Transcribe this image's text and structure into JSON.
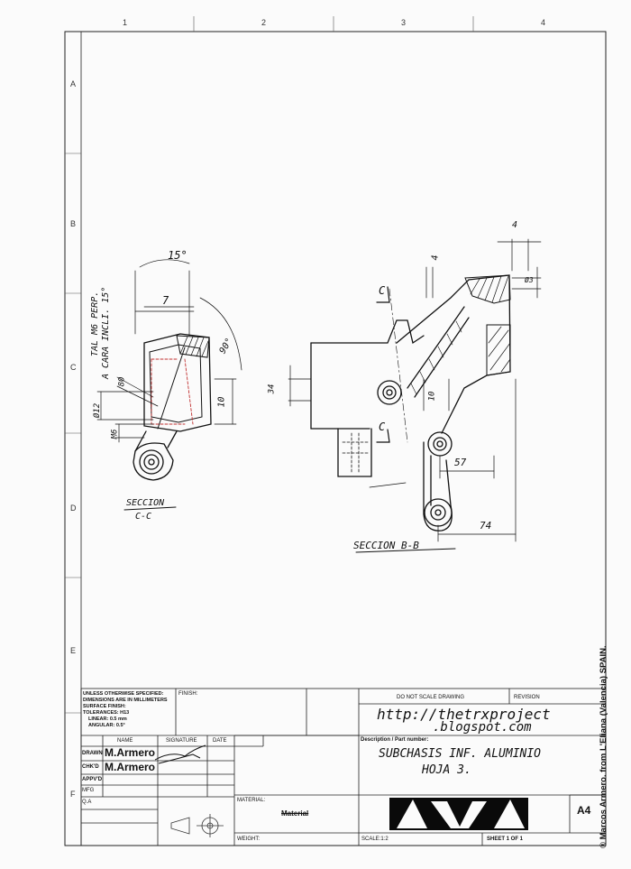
{
  "zones": {
    "columns": [
      "1",
      "2",
      "3",
      "4"
    ],
    "rows": [
      "A",
      "B",
      "C",
      "D",
      "E",
      "F"
    ]
  },
  "views": {
    "section_cc": {
      "label_line1": "SECCION",
      "label_line2": "C-C",
      "note_line1": "TAL M6 PERP.",
      "note_line2": "A CARA INCLI. 15°",
      "dims": [
        "15°",
        "7",
        "90°",
        "80",
        "10",
        "Ø12",
        "M6"
      ]
    },
    "section_bb": {
      "label": "SECCION B-B",
      "cut_marks": [
        "C",
        "C"
      ],
      "dims": [
        "4",
        "4",
        "Ø3",
        "34",
        "10",
        "57",
        "74"
      ]
    }
  },
  "title_block": {
    "unless_specified": [
      "UNLESS OTHERWISE SPECIFIED:",
      "DIMENSIONS ARE IN MILLIMETERS",
      "SURFACE FINISH:",
      "TOLERANCES: H13",
      "LINEAR: 0.5 mm",
      "ANGULAR: 0.5°"
    ],
    "finish_label": "FINISH:",
    "do_not_scale": "DO NOT SCALE DRAWING",
    "revision_label": "REVISION",
    "website_line1": "http://thetrxproject",
    "website_line2": ".blogspot.com",
    "headers": {
      "name": "NAME",
      "signature": "SIGNATURE",
      "date": "DATE"
    },
    "rows": [
      {
        "role": "DRAWN",
        "name": "M.Armero"
      },
      {
        "role": "CHK'D",
        "name": "M.Armero"
      },
      {
        "role": "APPV'D",
        "name": ""
      },
      {
        "role": "MFG",
        "name": ""
      },
      {
        "role": "Q.A",
        "name": ""
      }
    ],
    "description_label": "Description / Part number:",
    "description_line1": "SUBCHASIS INF. ALUMINIO",
    "description_line2": "HOJA 3.",
    "material_label": "MATERIAL:",
    "material_value": "Material",
    "weight_label": "WEIGHT:",
    "scale_label": "SCALE:1:2",
    "sheet_label": "SHEET 1 OF 1",
    "size": "A4"
  },
  "copyright": "® Marcos Armero. from L'Eliana (Valencia) SPAIN."
}
